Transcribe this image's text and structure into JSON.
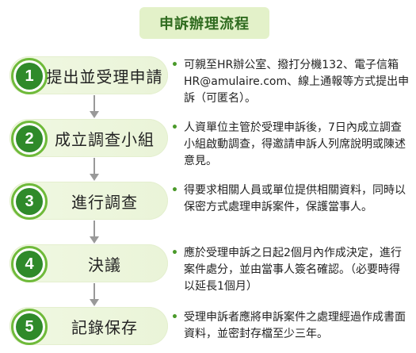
{
  "title": "申訴辦理流程",
  "steps": [
    {
      "number": "1",
      "label": "提出並受理申請",
      "description": "可親至HR辦公室、撥打分機132、電子信箱HR@amulaire.com、線上通報等方式提出申訴（可匿名）。"
    },
    {
      "number": "2",
      "label": "成立調查小組",
      "description": "人資單位主管於受理申訴後，7日內成立調查小組啟動調查，得邀請申訴人列席說明或陳述意見。"
    },
    {
      "number": "3",
      "label": "進行調查",
      "description": "得要求相關人員或單位提供相關資料，同時以保密方式處理申訴案件，保護當事人。"
    },
    {
      "number": "4",
      "label": "決議",
      "description": "應於受理申訴之日起2個月內作成決定，進行案件處分，並由當事人簽名確認。（必要時得以延長1個月）"
    },
    {
      "number": "5",
      "label": "記錄保存",
      "description": "受理申訴者應將申訴案件之處理經過作成書面資料，並密封存檔至少三年。"
    }
  ],
  "bullet_symbol": "•",
  "colors": {
    "badge": "#2f8a2a",
    "badge_ring": "#6fba3a",
    "step_fill": "#eef7df",
    "title_fill": "#e3f1c9",
    "title_text": "#2f6b1f",
    "arrow": "#999999"
  }
}
